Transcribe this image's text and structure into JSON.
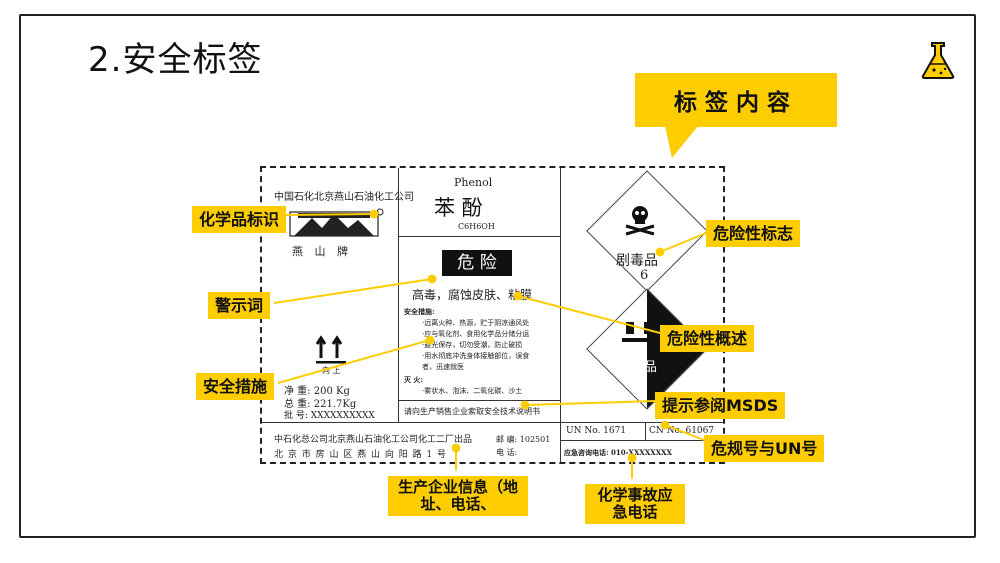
{
  "slide": {
    "title": "2.安全标签",
    "callout": "标签内容"
  },
  "label": {
    "company": "中国石化北京燕山石油化工公司",
    "brand": "燕 山 牌",
    "name_en": "Phenol",
    "name_cn": "苯    酚",
    "formula": "C6H6OH",
    "signal_word": "危 险",
    "hazard_summary": "高毒，腐蚀皮肤、粘膜",
    "measures_title": "安全措施:",
    "measures": [
      "·远离火种、热源，贮于阴凉通风处",
      "·应与氧化剂、食用化学品分储分运",
      "·避光保存，切勿受潮，防止破损",
      "·用水彻底冲洗身体接触部位，误食",
      "  者，迅速就医"
    ],
    "fire_title": "灭  火:",
    "fire_text": "·雾状水、泡沫、二氧化碳、沙土",
    "msds_note": "请向生产销售企业索取安全技术说明书",
    "up_text": "向 上",
    "net_weight": "净  重: 200 Kg",
    "gross_weight": "总  重: 221.7Kg",
    "batch": "批  号: XXXXXXXXXX",
    "maker_line1": "中石化总公司北京燕山石油化工公司化工二厂出品",
    "maker_line2": "北 京 市 房 山 区 燕 山 向 阳 路 1 号",
    "postcode": "邮 编: 102501",
    "phone": "电 话:",
    "un_no": "UN No.  1671",
    "cn_no": "CN No.  61067",
    "emergency": "应急咨询电话: 010-XXXXXXXX",
    "toxic_text": "剧毒品",
    "toxic_class": "6",
    "corrosive_text": "腐蚀品"
  },
  "tags": {
    "chem_id": "化学品标识",
    "warning": "警示词",
    "safety": "安全措施",
    "hazard_sign": "危险性标志",
    "hazard_overview": "危险性概述",
    "msds": "提示参阅MSDS",
    "un": "危规号与UN号",
    "producer": "生产企业信息（地址、电话、",
    "emergency_phone": "化学事故应急电话"
  },
  "colors": {
    "accent": "#fecd00",
    "text": "#111111",
    "label_black": "#111111"
  }
}
